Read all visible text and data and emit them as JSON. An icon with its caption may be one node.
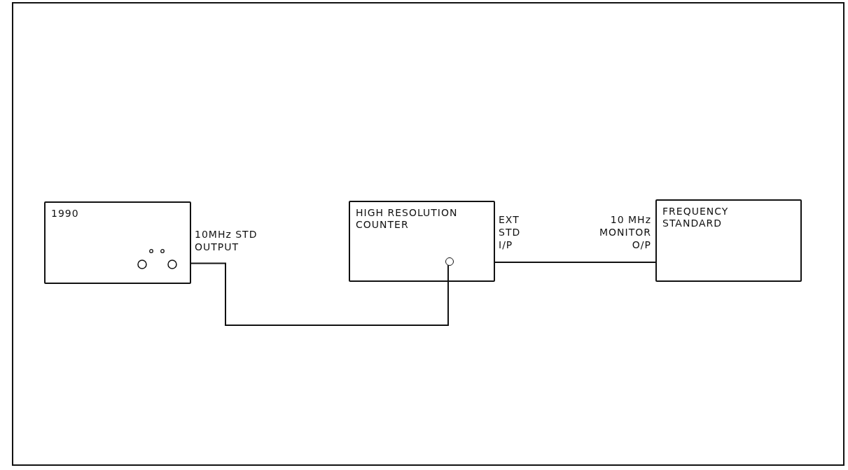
{
  "diagram": {
    "nodes": [
      {
        "text": [
          "1990"
        ],
        "beside": [
          "10MHz STD OUTPUT"
        ]
      },
      {
        "text": [
          "HIGH RESOLUTION COUNTER"
        ],
        "beside": [
          "EXT STD I/P"
        ]
      },
      {
        "text": [],
        "shape": "circle",
        "in": 1
      },
      {
        "text": [
          "FREQUENCY STANDARD"
        ],
        "beside": [
          "10 MHz MONITOR O/P"
        ]
      }
    ],
    "edges": [
      {
        "from": 0,
        "to": 2,
        "arrow": "none"
      },
      {
        "from": 1,
        "to": 3,
        "arrow": "none"
      }
    ]
  }
}
